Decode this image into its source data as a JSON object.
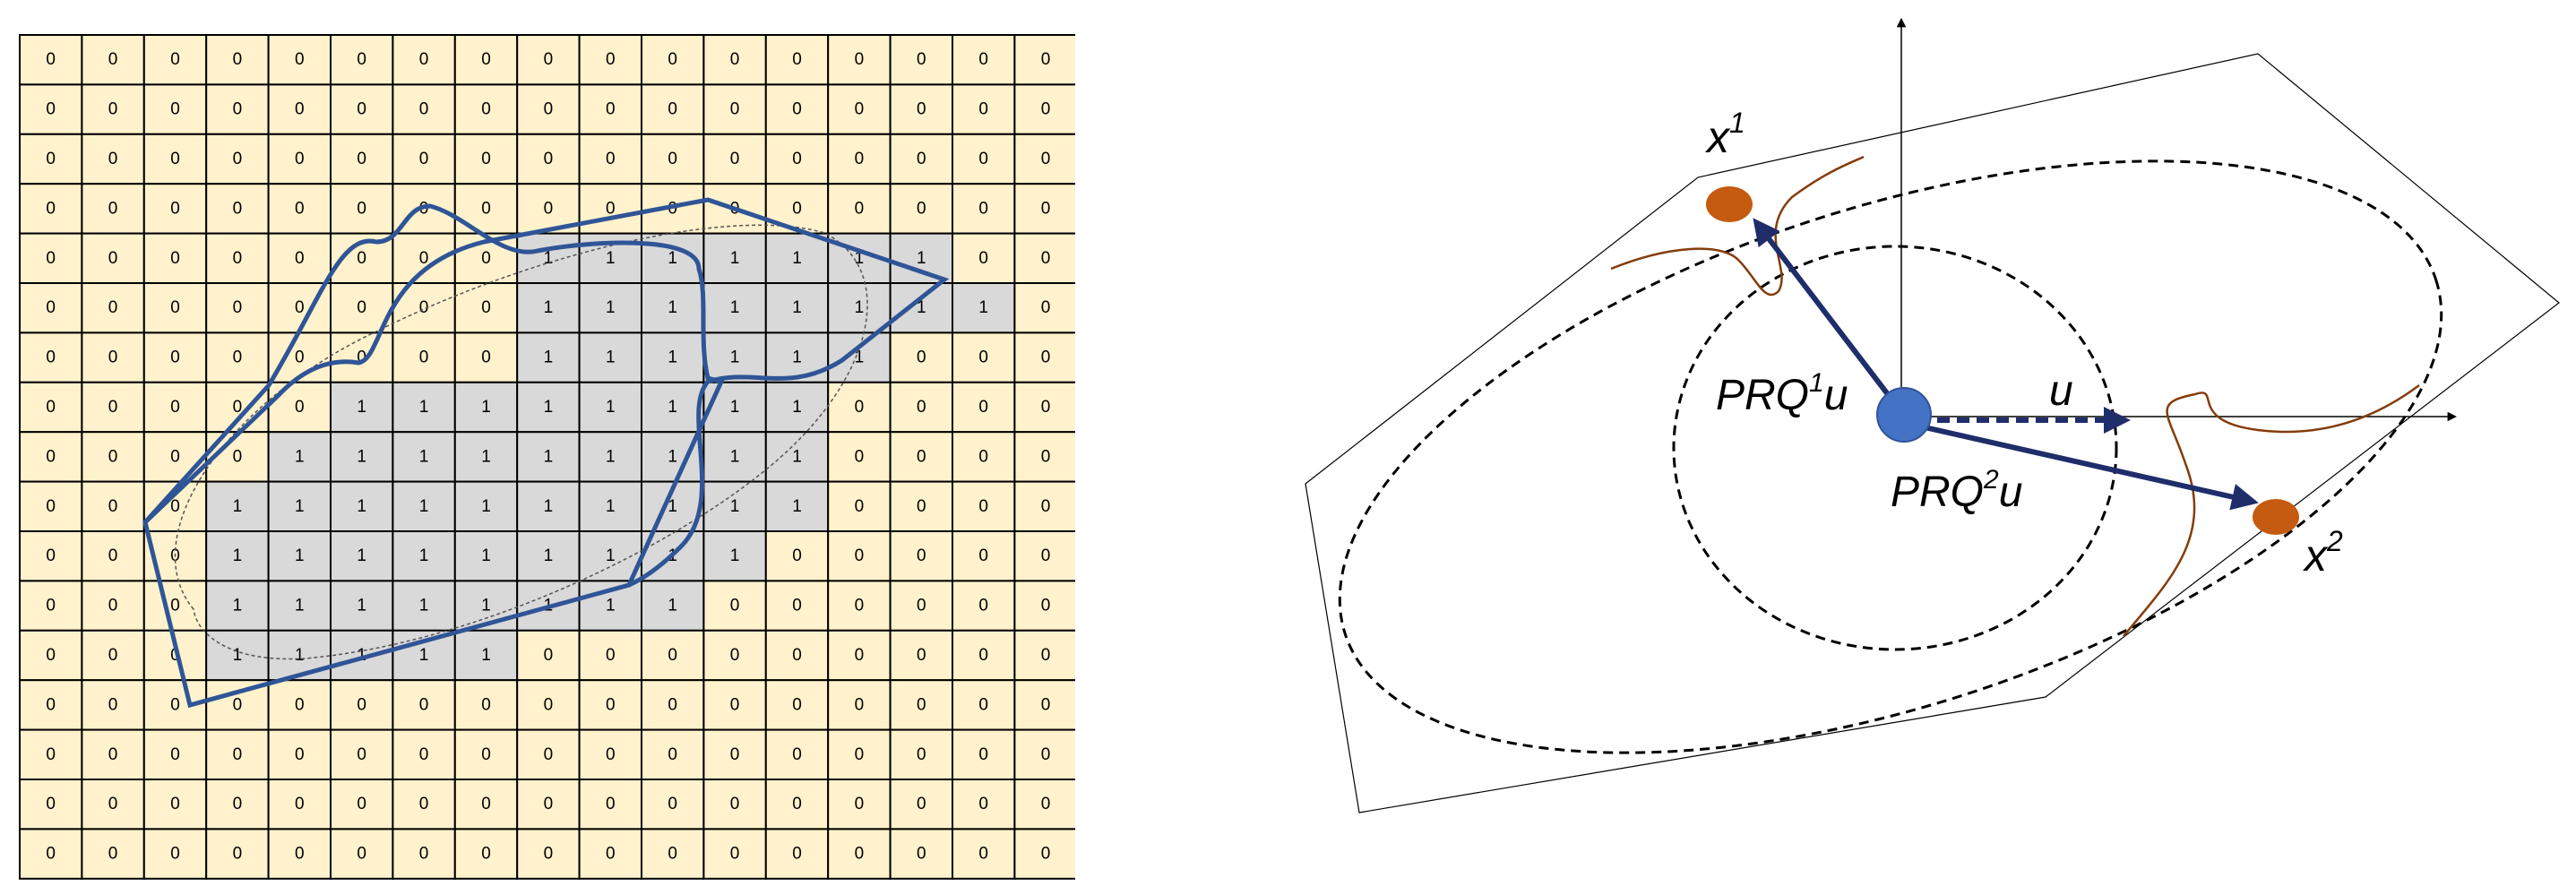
{
  "grid": {
    "rows": [
      "00000000000000000",
      "00000000000000000",
      "00000000000000000",
      "00000000000000000",
      "00000000111111100",
      "00000000111111110",
      "00000000111111000",
      "00000111111110000",
      "00001111111110000",
      "00011111111110000",
      "00011111111100000",
      "00011111111000000",
      "00011111000000000",
      "00000000000000000",
      "00000000000000000",
      "00000000000000000",
      "00000000000000000"
    ],
    "fill_zero": "#fff2cc",
    "fill_one": "#d9d9d9",
    "outline_color": "#2f5597"
  },
  "diagram": {
    "labels": {
      "x1_base": "x",
      "x1_sup": "1",
      "x2_base": "x",
      "x2_sup": "2",
      "prq1_base": "PRQ",
      "prq1_sup": "1",
      "prq1_tail": "u",
      "prq2_base": "PRQ",
      "prq2_sup": "2",
      "prq2_tail": "u",
      "u": "u"
    },
    "colors": {
      "center_point": "#4472c4",
      "sample_point": "#c55a11",
      "arrow": "#1f2d6b",
      "curve": "#843c0c"
    }
  }
}
